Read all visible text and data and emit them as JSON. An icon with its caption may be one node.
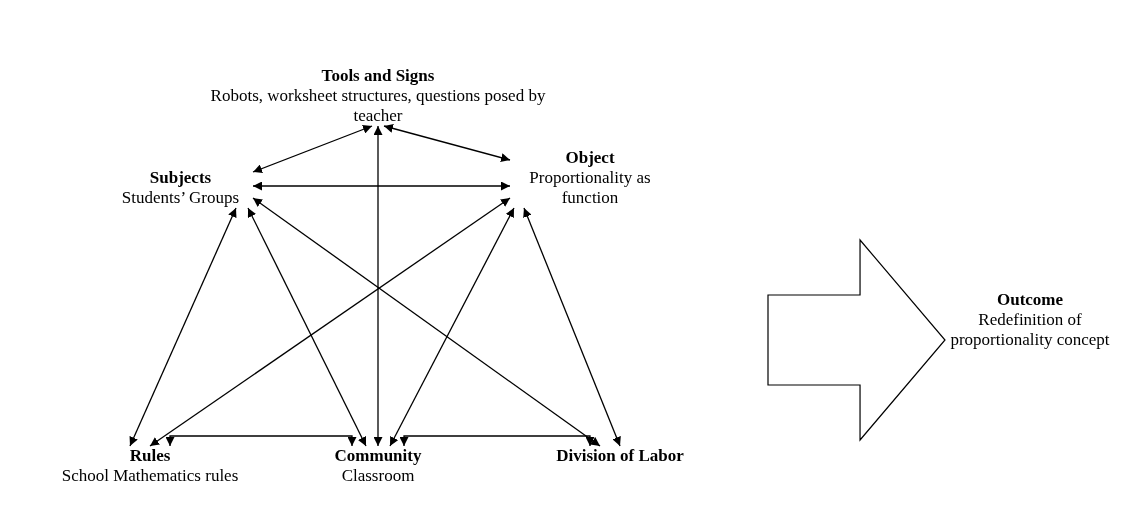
{
  "diagram": {
    "nodes": [
      {
        "text": [
          "Tools and Signs",
          "Robots, worksheet structures, questions posed by teacher"
        ]
      },
      {
        "text": [
          "Subjects",
          "Students’ Groups"
        ]
      },
      {
        "text": [
          "Object",
          "Proportionality as function"
        ]
      },
      {
        "text": [
          "Outcome",
          "Redefinition of proportionality concept"
        ]
      },
      {
        "text": [
          "Rules",
          "School Mathematics rules"
        ]
      },
      {
        "text": [
          "Community",
          "Classroom"
        ]
      },
      {
        "text": [
          "Division of Labor"
        ]
      }
    ],
    "edges": [
      {
        "from": 0,
        "to": 1,
        "arrow": "both"
      },
      {
        "from": 0,
        "to": 2,
        "arrow": "both"
      },
      {
        "from": 0,
        "to": 5,
        "arrow": "both"
      },
      {
        "from": 1,
        "to": 2,
        "arrow": "both"
      },
      {
        "from": 1,
        "to": 4,
        "arrow": "both"
      },
      {
        "from": 1,
        "to": 5,
        "arrow": "both"
      },
      {
        "from": 1,
        "to": 6,
        "arrow": "both"
      },
      {
        "from": 2,
        "to": 4,
        "arrow": "both"
      },
      {
        "from": 2,
        "to": 5,
        "arrow": "both"
      },
      {
        "from": 2,
        "to": 6,
        "arrow": "both"
      },
      {
        "from": 4,
        "to": 5,
        "arrow": "both"
      },
      {
        "from": 5,
        "to": 6,
        "arrow": "both"
      },
      {
        "from": null,
        "to": 3,
        "arrow": "to",
        "style": "thick"
      }
    ]
  }
}
